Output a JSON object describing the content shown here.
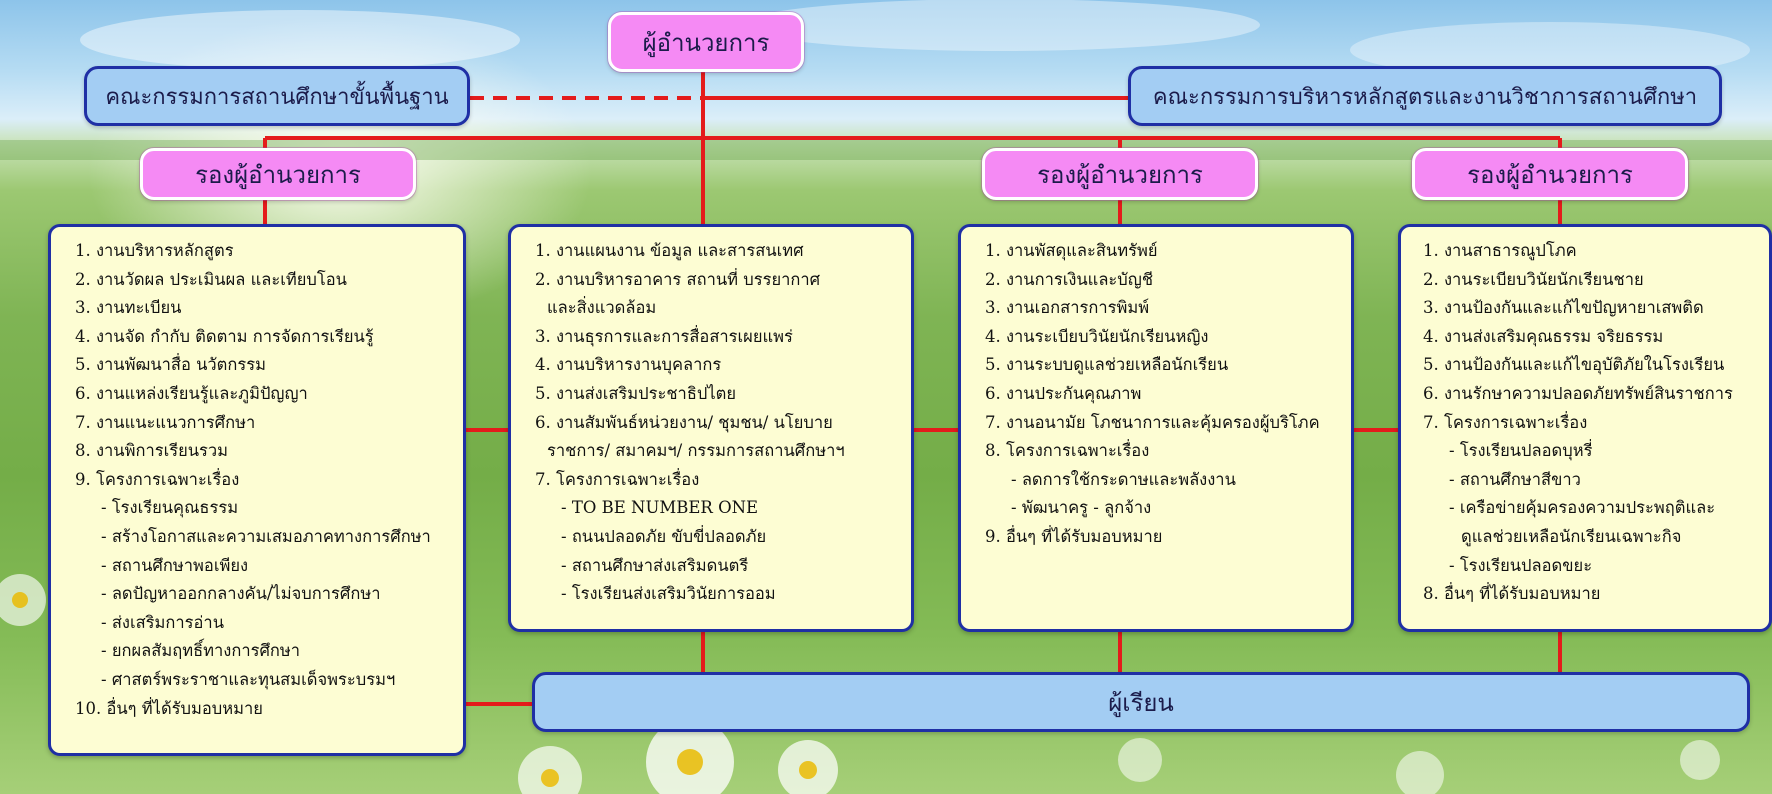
{
  "director": "ผู้อำนวยการ",
  "basic_board": "คณะกรรมการสถานศึกษาขั้นพื้นฐาน",
  "curriculum_board": "คณะกรรมการบริหารหลักสูตรและงานวิชาการสถานศึกษา",
  "deputy_label": "รองผู้อำนวยการ",
  "students": "ผู้เรียน",
  "colors": {
    "pink_box": "#f58af4",
    "blue_box": "#a3cdf3",
    "panel_bg": "#fdfdd3",
    "border": "#1f2fa5",
    "connector": "#e41b1b"
  },
  "panels": [
    {
      "items": [
        "1. งานบริหารหลักสูตร",
        "2. งานวัดผล  ประเมินผล และเทียบโอน",
        "3. งานทะเบียน",
        "4. งานจัด กำกับ ติดตาม การจัดการเรียนรู้",
        "5. งานพัฒนาสื่อ นวัตกรรม",
        "6. งานแหล่งเรียนรู้และภูมิปัญญา",
        "7. งานแนะแนวการศึกษา",
        "8. งานพิการเรียนรวม",
        "9. โครงการเฉพาะเรื่อง",
        "- โรงเรียนคุณธรรม",
        "- สร้างโอกาสและความเสมอภาคทางการศึกษา",
        "- สถานศึกษาพอเพียง",
        "- ลดปัญหาออกกลางคัน/ไม่จบการศึกษา",
        "- ส่งเสริมการอ่าน",
        "- ยกผลสัมฤทธิ์ทางการศึกษา",
        "- ศาสตร์พระราชาและทุนสมเด็จพระบรมฯ",
        "10. อื่นๆ ที่ได้รับมอบหมาย"
      ]
    },
    {
      "items": [
        "1. งานแผนงาน ข้อมูล และสารสนเทศ",
        "2. งานบริหารอาคาร สถานที่ บรรยากาศ",
        "และสิ่งแวดล้อม",
        "3. งานธุรการและการสื่อสารเผยแพร่",
        "4. งานบริหารงานบุคลากร",
        "5. งานส่งเสริมประชาธิปไตย",
        "6. งานสัมพันธ์หน่วยงาน/ ชุมชน/ นโยบาย",
        "ราชการ/ สมาคมฯ/ กรรมการสถานศึกษาฯ",
        "7. โครงการเฉพาะเรื่อง",
        "- TO BE NUMBER ONE",
        "- ถนนปลอดภัย ขับขี่ปลอดภัย",
        "- สถานศึกษาส่งเสริมดนตรี",
        "- โรงเรียนส่งเสริมวินัยการออม"
      ]
    },
    {
      "items": [
        "1. งานพัสดุและสินทรัพย์",
        "2. งานการเงินและบัญชี",
        "3. งานเอกสารการพิมพ์",
        "4. งานระเบียบวินัยนักเรียนหญิง",
        "5. งานระบบดูแลช่วยเหลือนักเรียน",
        "6. งานประกันคุณภาพ",
        "7. งานอนามัย โภชนาการและคุ้มครองผู้บริโภค",
        "8. โครงการเฉพาะเรื่อง",
        "- ลดการใช้กระดาษและพลังงาน",
        "- พัฒนาครู - ลูกจ้าง",
        "9. อื่นๆ ที่ได้รับมอบหมาย"
      ]
    },
    {
      "items": [
        "1. งานสาธารณูปโภค",
        "2. งานระเบียบวินัยนักเรียนชาย",
        "3. งานป้องกันและแก้ไขปัญหายาเสพติด",
        "4. งานส่งเสริมคุณธรรม จริยธรรม",
        "5. งานป้องกันและแก้ไขอุบัติภัยในโรงเรียน",
        "6. งานรักษาความปลอดภัยทรัพย์สินราชการ",
        "7. โครงการเฉพาะเรื่อง",
        "- โรงเรียนปลอดบุหรี่",
        "- สถานศึกษาสีขาว",
        "- เครือข่ายคุ้มครองความประพฤติและ",
        "ดูแลช่วยเหลือนักเรียนเฉพาะกิจ",
        "- โรงเรียนปลอดขยะ",
        "8. อื่นๆ ที่ได้รับมอบหมาย"
      ]
    }
  ]
}
